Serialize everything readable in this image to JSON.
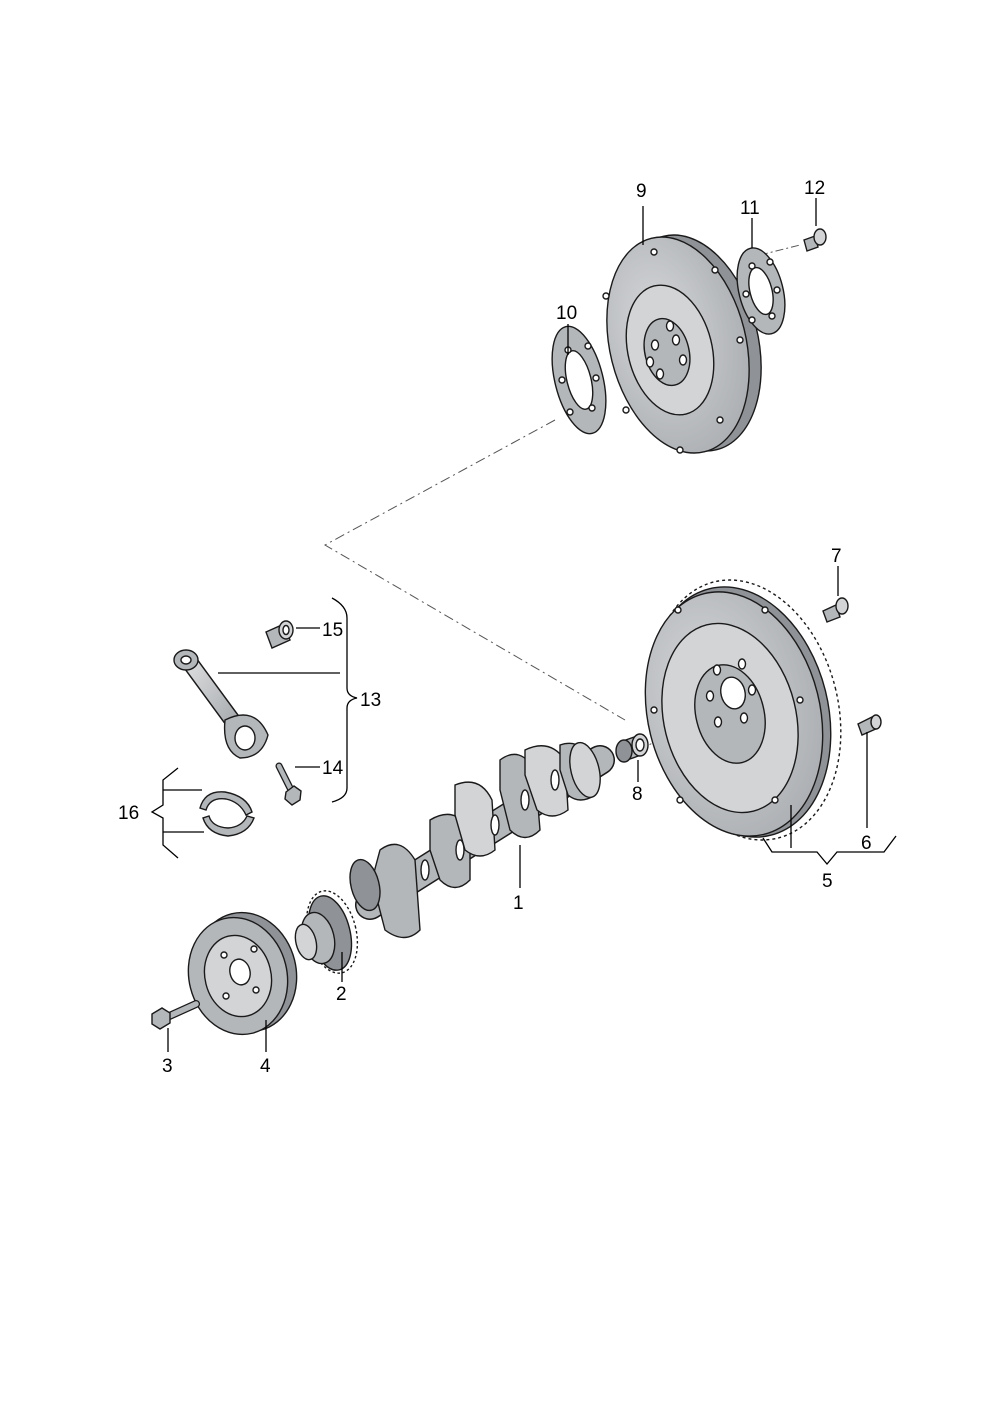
{
  "callouts": {
    "c1": "1",
    "c2": "2",
    "c3": "3",
    "c4": "4",
    "c5": "5",
    "c6": "6",
    "c7": "7",
    "c8": "8",
    "c9": "9",
    "c10": "10",
    "c11": "11",
    "c12": "12",
    "c13": "13",
    "c14": "14",
    "c15": "15",
    "c16": "16"
  },
  "colors": {
    "metal": "#b4b7ba",
    "metal_light": "#d2d4d6",
    "metal_dark": "#8f9296",
    "line": "#000000"
  }
}
